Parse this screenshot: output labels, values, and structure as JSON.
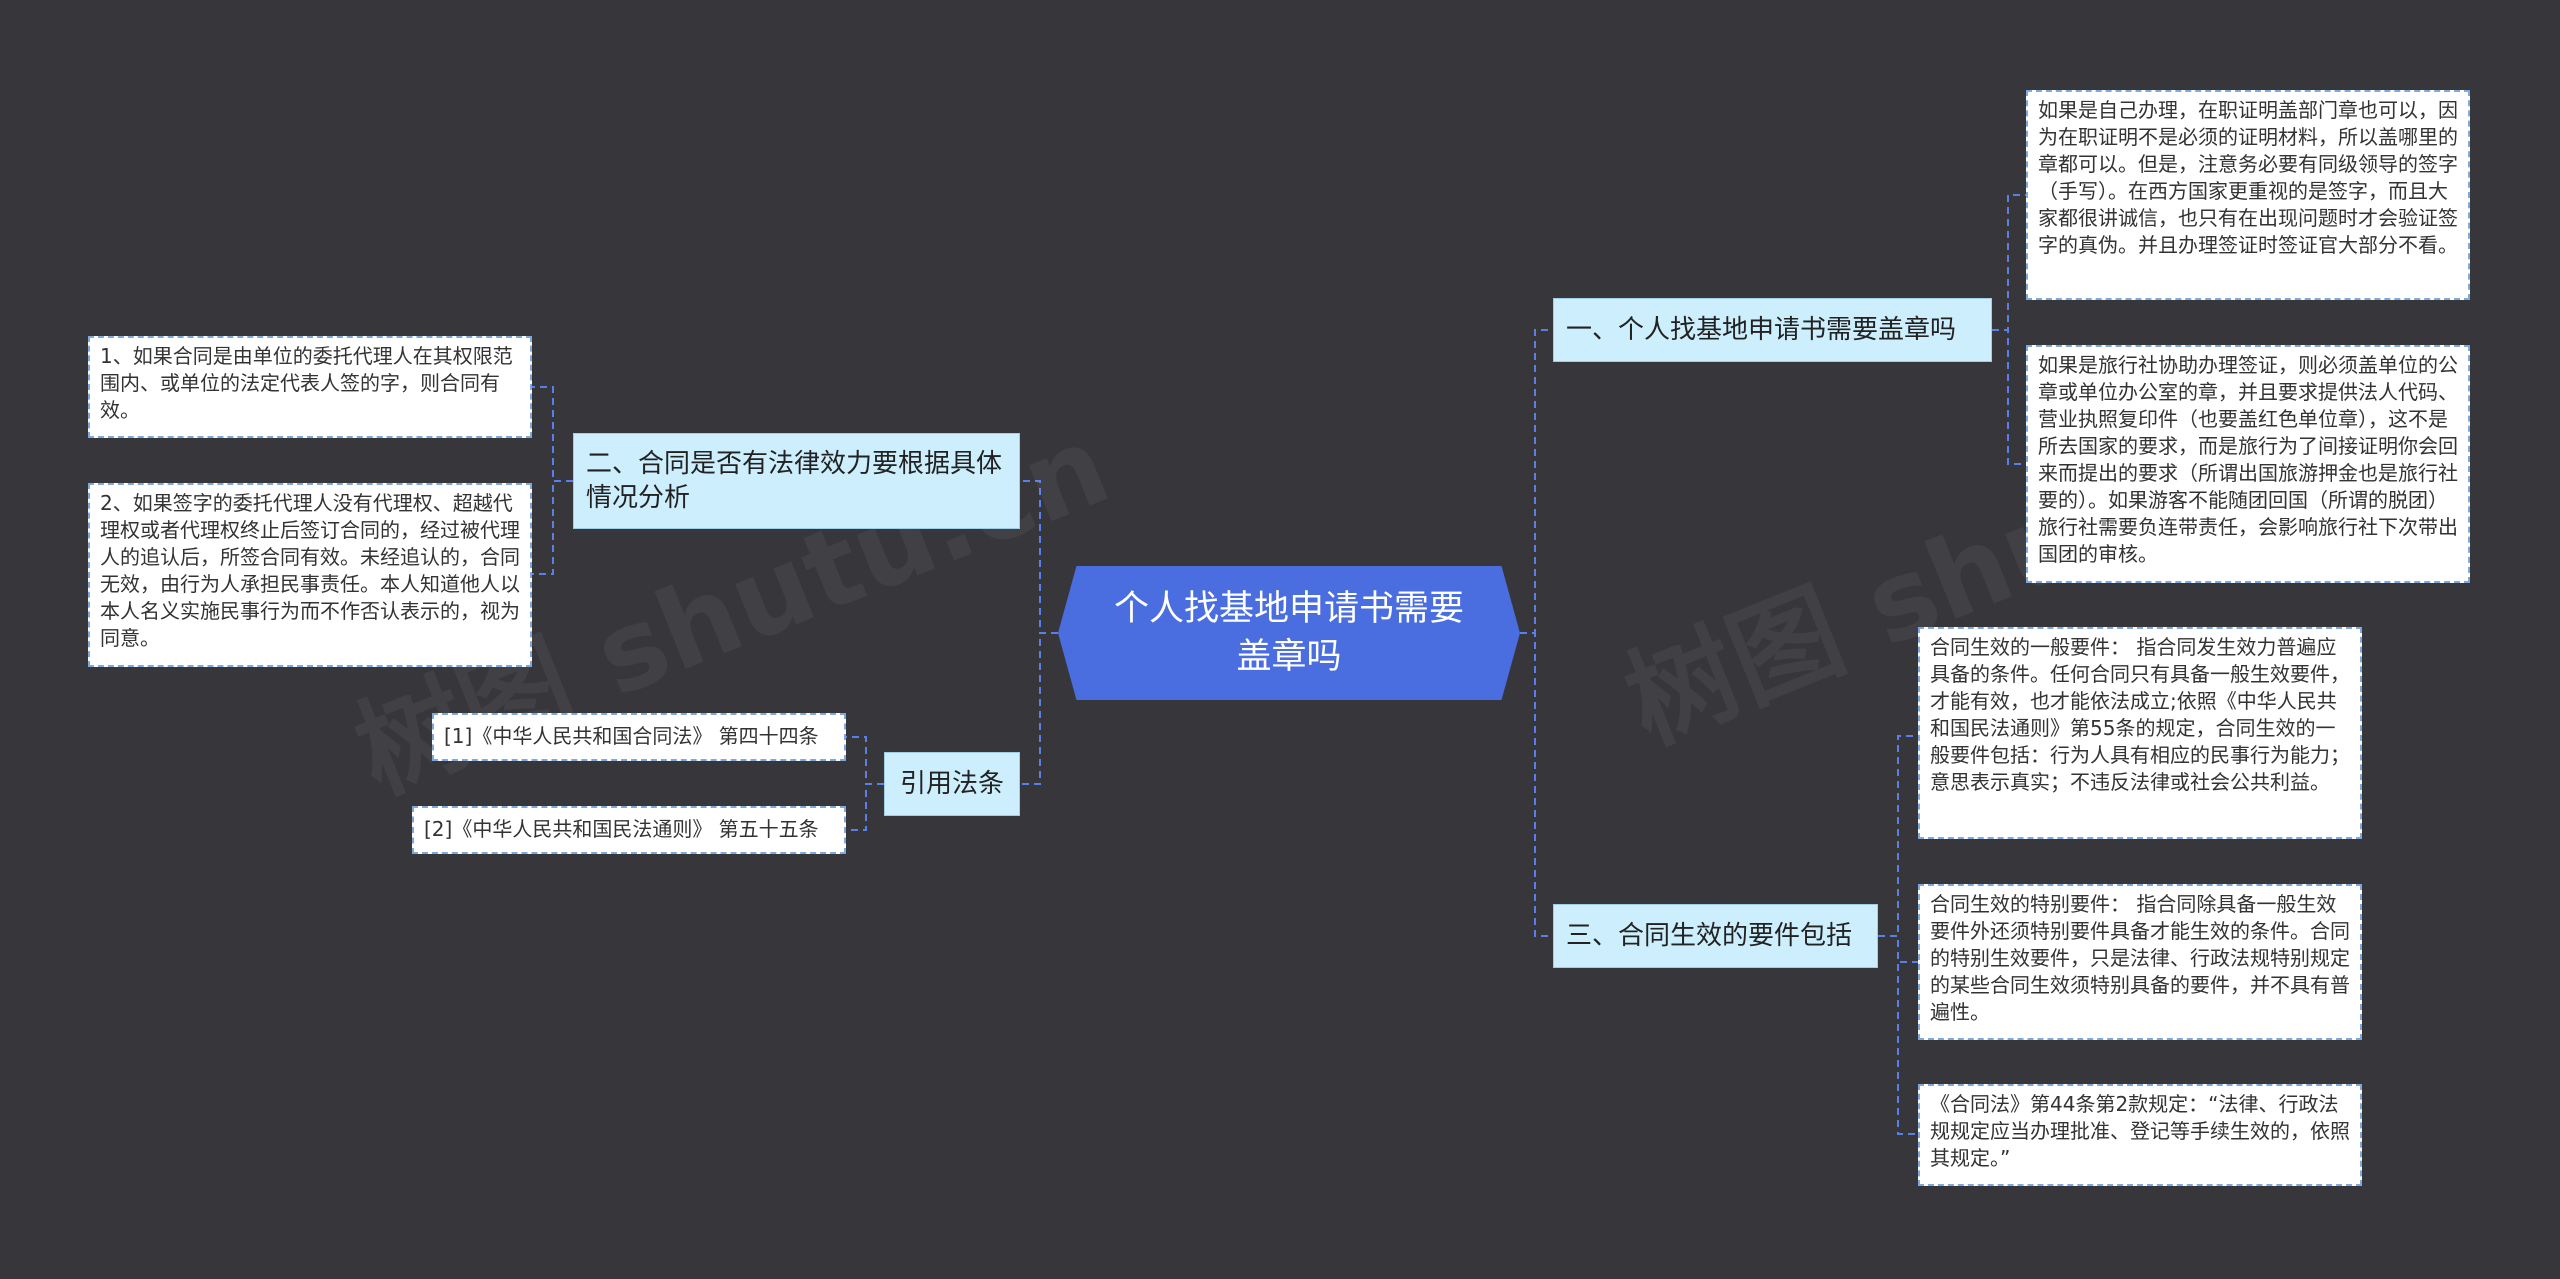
{
  "root": {
    "title": "个人找基地申请书需要盖章吗"
  },
  "branches": {
    "b1": {
      "label": "一、个人找基地申请书需要盖章吗",
      "leaves": [
        "如果是自己办理，在职证明盖部门章也可以，因为在职证明不是必须的证明材料，所以盖哪里的章都可以。但是，注意务必要有同级领导的签字（手写）。在西方国家更重视的是签字，而且大家都很讲诚信，也只有在出现问题时才会验证签字的真伪。并且办理签证时签证官大部分不看。",
        "如果是旅行社协助办理签证，则必须盖单位的公章或单位办公室的章，并且要求提供法人代码、营业执照复印件（也要盖红色单位章），这不是所去国家的要求，而是旅行为了间接证明你会回来而提出的要求（所谓出国旅游押金也是旅行社要的）。如果游客不能随团回国（所谓的脱团）旅行社需要负连带责任，会影响旅行社下次带出国团的审核。"
      ]
    },
    "b2": {
      "label": "二、合同是否有法律效力要根据具体情况分析",
      "leaves": [
        "1、如果合同是由单位的委托代理人在其权限范围内、或单位的法定代表人签的字，则合同有效。",
        "2、如果签字的委托代理人没有代理权、超越代理权或者代理权终止后签订合同的，经过被代理人的追认后，所签合同有效。未经追认的，合同无效，由行为人承担民事责任。本人知道他人以本人名义实施民事行为而不作否认表示的，视为同意。"
      ]
    },
    "b3": {
      "label": "引用法条",
      "leaves": [
        "[1]《中华人民共和国合同法》 第四十四条",
        "[2]《中华人民共和国民法通则》 第五十五条"
      ]
    },
    "b4": {
      "label": "三、合同生效的要件包括",
      "leaves": [
        "合同生效的一般要件： 指合同发生效力普遍应具备的条件。任何合同只有具备一般生效要件，才能有效，也才能依法成立;依照《中华人民共和国民法通则》第55条的规定，合同生效的一般要件包括：行为人具有相应的民事行为能力；意思表示真实；不违反法律或社会公共利益。",
        "合同生效的特别要件： 指合同除具备一般生效要件外还须特别要件具备才能生效的条件。合同的特别生效要件，只是法律、行政法规特别规定的某些合同生效须特别具备的要件，并不具有普遍性。",
        "《合同法》第44条第2款规定：“法律、行政法规规定应当办理批准、登记等手续生效的，依照其规定。”"
      ]
    }
  },
  "colors": {
    "background": "#37363a",
    "root_fill": "#4a6ddf",
    "branch_fill": "#cdeffd",
    "leaf_fill": "#ffffff",
    "connector": "#5b7fe8"
  }
}
